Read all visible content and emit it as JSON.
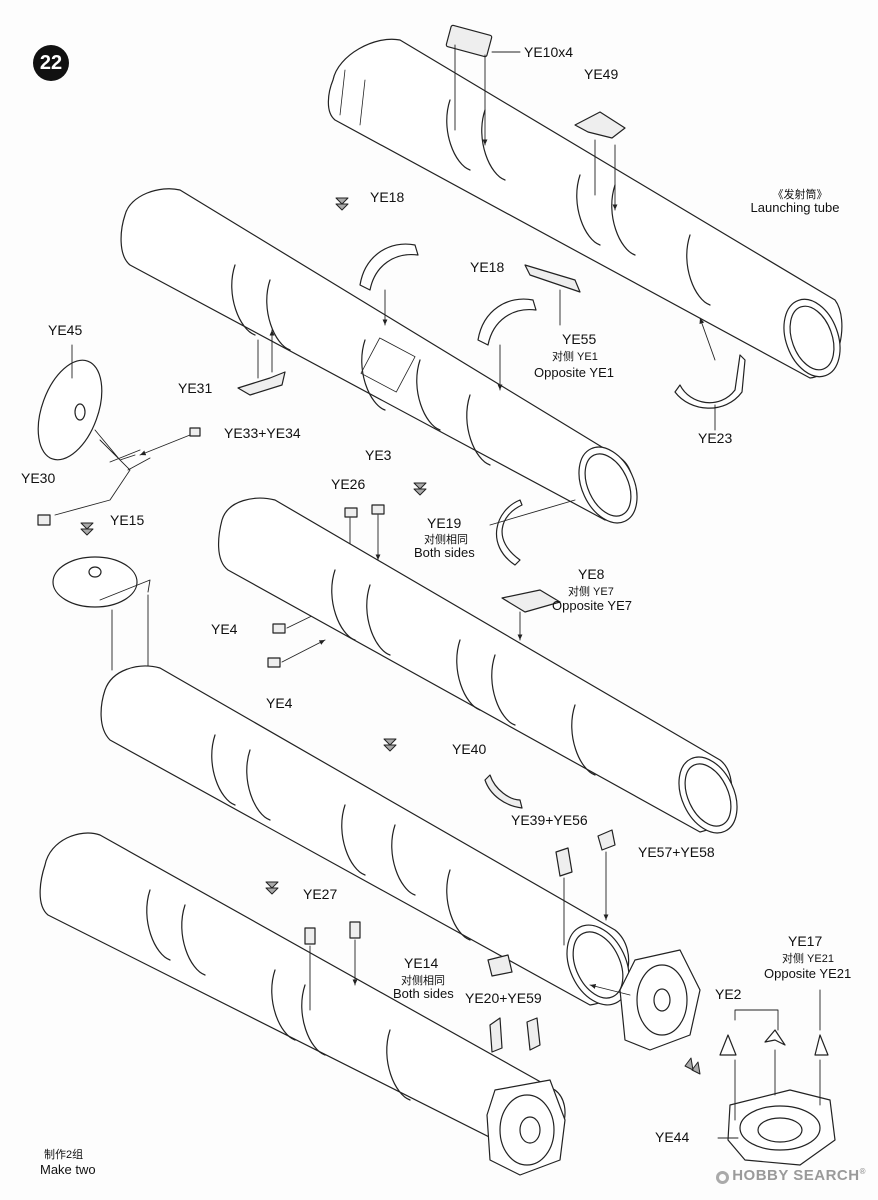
{
  "step": {
    "number": "22"
  },
  "labels": {
    "ye10x4": "YE10x4",
    "ye49": "YE49",
    "launching_cn": "《发射筒》",
    "launching_en": "Launching tube",
    "ye18_a": "YE18",
    "ye18_b": "YE18",
    "ye55": "YE55",
    "ye55_cn": "对侧 YE1",
    "ye55_en": "Opposite YE1",
    "ye45": "YE45",
    "ye31": "YE31",
    "ye33_34": "YE33+YE34",
    "ye23": "YE23",
    "ye30": "YE30",
    "ye15": "YE15",
    "ye3": "YE3",
    "ye26": "YE26",
    "ye19": "YE19",
    "ye19_cn": "对侧相同",
    "ye19_en": "Both sides",
    "ye8": "YE8",
    "ye8_cn": "对侧 YE7",
    "ye8_en": "Opposite YE7",
    "ye4_a": "YE4",
    "ye4_b": "YE4",
    "ye40": "YE40",
    "ye39_56": "YE39+YE56",
    "ye57_58": "YE57+YE58",
    "ye27": "YE27",
    "ye17": "YE17",
    "ye17_cn": "对侧 YE21",
    "ye17_en": "Opposite YE21",
    "ye14": "YE14",
    "ye14_cn": "对侧相同",
    "ye14_en": "Both sides",
    "ye2": "YE2",
    "ye20_59": "YE20+YE59",
    "ye44": "YE44",
    "make_cn": "制作2组",
    "make_en": "Make two"
  },
  "watermark": {
    "brand": "HOBBY SEARCH",
    "mark": "®"
  },
  "colors": {
    "line": "#222222",
    "fill": "#ffffff",
    "shade": "#e9e9e9",
    "badge": "#111111"
  }
}
